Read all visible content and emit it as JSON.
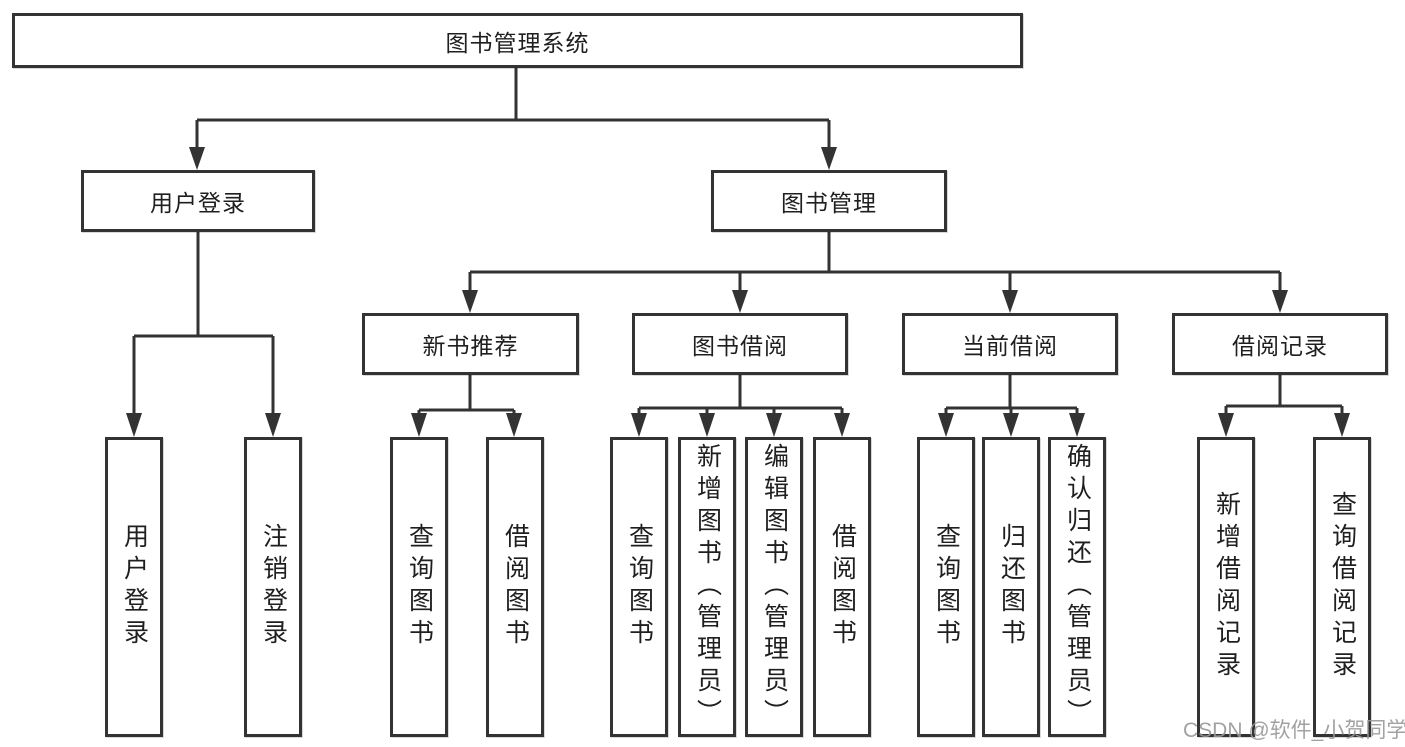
{
  "diagram": {
    "type": "hierarchy-tree",
    "colors": {
      "line": "#333333",
      "box_border": "#333333",
      "box_background": "#ffffff",
      "text": "#1f1f1f",
      "watermark": "#989898"
    },
    "root": {
      "label": "图书管理系统",
      "children": [
        {
          "label": "用户登录",
          "children": [
            {
              "label": "用户登录"
            },
            {
              "label": "注销登录"
            }
          ]
        },
        {
          "label": "图书管理",
          "children": [
            {
              "label": "新书推荐",
              "children": [
                {
                  "label": "查询图书"
                },
                {
                  "label": "借阅图书"
                }
              ]
            },
            {
              "label": "图书借阅",
              "children": [
                {
                  "label": "查询图书"
                },
                {
                  "label": "新增图书（管理员）"
                },
                {
                  "label": "编辑图书（管理员）"
                },
                {
                  "label": "借阅图书"
                }
              ]
            },
            {
              "label": "当前借阅",
              "children": [
                {
                  "label": "查询图书"
                },
                {
                  "label": "归还图书"
                },
                {
                  "label": "确认归还（管理员）"
                }
              ]
            },
            {
              "label": "借阅记录",
              "children": [
                {
                  "label": "新增借阅记录"
                },
                {
                  "label": "查询借阅记录"
                }
              ]
            }
          ]
        }
      ]
    }
  },
  "watermark": {
    "text": "CSDN @软件_小贺同学"
  }
}
